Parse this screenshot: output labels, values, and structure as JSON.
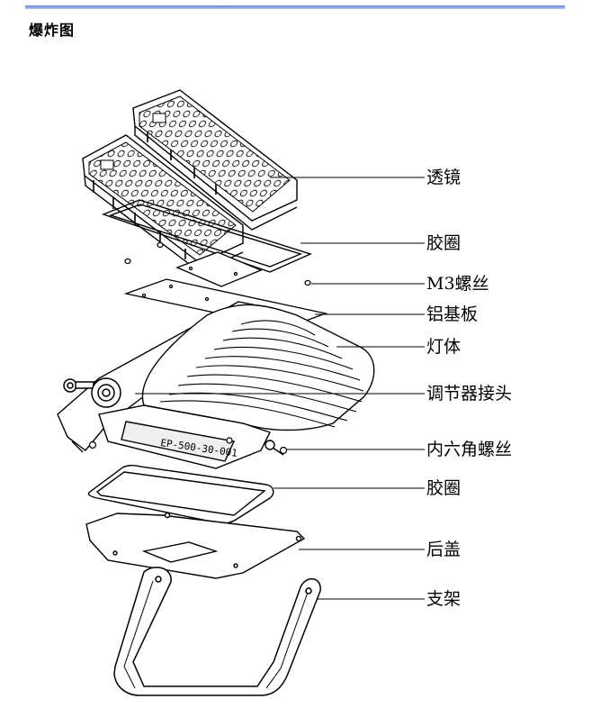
{
  "page": {
    "title": "爆炸图"
  },
  "labels": [
    "透镜",
    "胶圈",
    "M3螺丝",
    "铝基板",
    "灯体",
    "调节器接头",
    "内六角螺丝",
    "胶圈",
    "后盖",
    "支架"
  ],
  "housing_stamp": "EP-500-30-001",
  "colors": {
    "rule": "#7f9bdc",
    "line": "#000000",
    "fin_shade": "#e9e9e9"
  }
}
